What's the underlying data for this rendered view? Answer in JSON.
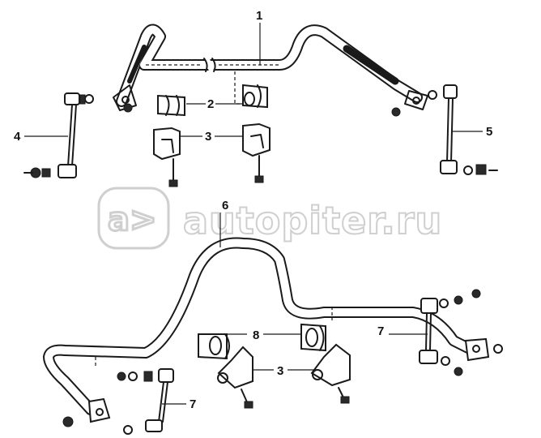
{
  "watermark": {
    "text": "autopiter.ru"
  },
  "callouts": {
    "c1": "1",
    "c2": "2",
    "c3a": "3",
    "c4": "4",
    "c5": "5",
    "c6": "6",
    "c7a": "7",
    "c8": "8",
    "c3b": "3",
    "c7b": "7"
  }
}
